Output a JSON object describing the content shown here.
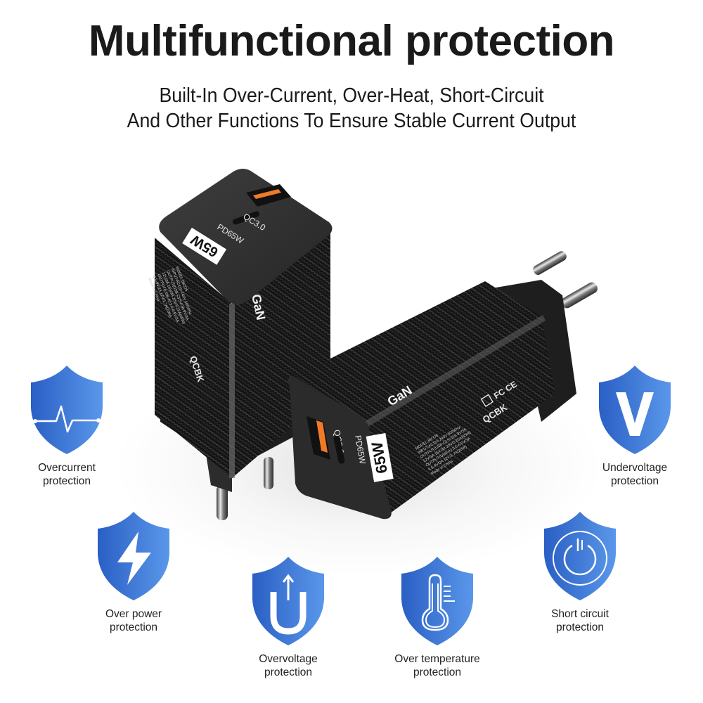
{
  "header": {
    "title": "Multifunctional protection",
    "subtitle_line1": "Built-In Over-Current, Over-Heat, Short-Circuit",
    "subtitle_line2": "And Other Functions To Ensure Stable Current Output"
  },
  "colors": {
    "shield_dark": "#2a5fc4",
    "shield_light": "#5a97ea",
    "charger_body": "#1b1b1b",
    "port_accent": "#f07a28",
    "text": "#1a1a1a"
  },
  "product": {
    "front_badge": "65W",
    "usb_c_label": "PD65W",
    "usb_a_label": "QC3.0",
    "brand": "GaN",
    "brand_code": "QCBK",
    "spec_lines": [
      "MODEL:BK375",
      "INPUT:AC110-240V 50/60Hz",
      "OUTPUT(USB-C):5V/3A 9V/3A",
      "12V/3A 15V/3A 20V/3.25A(65W)",
      "OUTPUT(USB-A):3.6-6.5V/3A",
      "6.5-9V/2A 12V/1.7A(20W)",
      "Made in China"
    ]
  },
  "features": [
    {
      "id": "overcurrent",
      "icon": "heartbeat-icon",
      "label": "Overcurrent\nprotection"
    },
    {
      "id": "undervoltage",
      "icon": "letter-v-icon",
      "label": "Undervoltage\nprotection"
    },
    {
      "id": "overpower",
      "icon": "lightning-bolt-icon",
      "label": "Over power\nprotection"
    },
    {
      "id": "overvoltage",
      "icon": "u-arrow-up-icon",
      "label": "Overvoltage\nprotection"
    },
    {
      "id": "overtemp",
      "icon": "thermometer-icon",
      "label": "Over temperature\nprotection"
    },
    {
      "id": "shortcircuit",
      "icon": "power-button-icon",
      "label": "Short circuit\nprotection"
    }
  ]
}
